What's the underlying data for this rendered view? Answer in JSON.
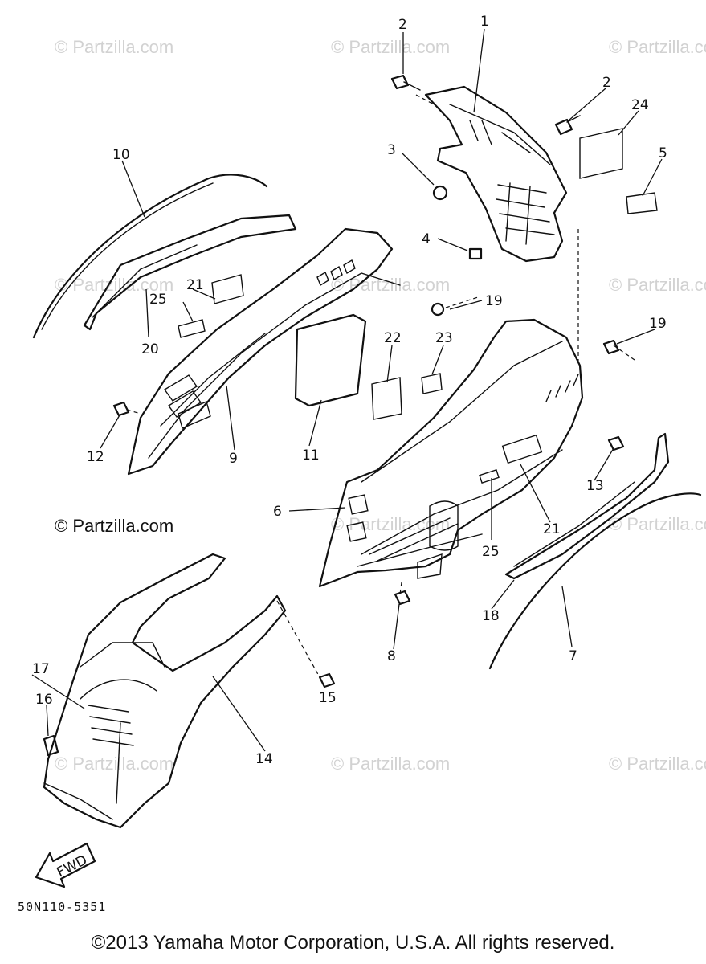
{
  "watermark_text": "© Partzilla.com",
  "brand_label": "© Partzilla.com",
  "diagram_code": "50N110-5351",
  "fwd_label": "FWD",
  "copyright": "©2013 Yamaha Motor Corporation, U.S.A. All rights reserved.",
  "callouts": {
    "c1": "1",
    "c2a": "2",
    "c2b": "2",
    "c3": "3",
    "c4": "4",
    "c5": "5",
    "c6": "6",
    "c7": "7",
    "c8": "8",
    "c9": "9",
    "c10": "10",
    "c11": "11",
    "c12": "12",
    "c13": "13",
    "c14": "14",
    "c15": "15",
    "c16": "16",
    "c17": "17",
    "c18": "18",
    "c19a": "19",
    "c19b": "19",
    "c20": "20",
    "c21a": "21",
    "c21b": "21",
    "c22": "22",
    "c23": "23",
    "c24": "24",
    "c25a": "25",
    "c25b": "25"
  }
}
